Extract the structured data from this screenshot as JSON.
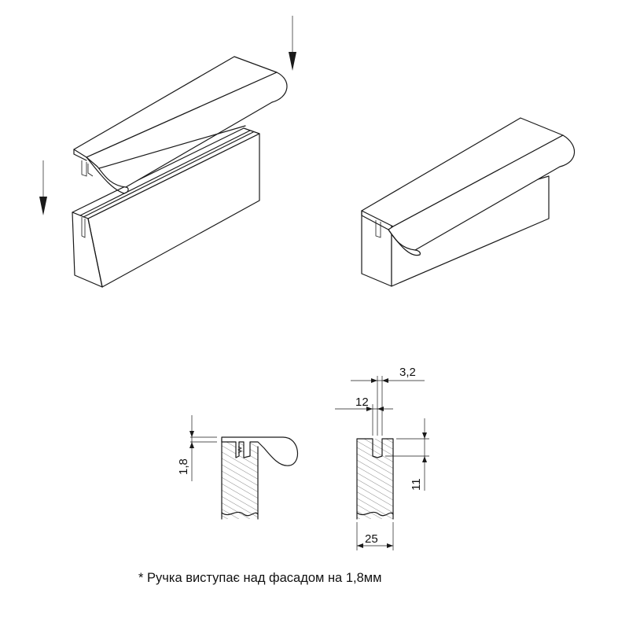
{
  "drawing": {
    "dimensions": {
      "slot_width": "3,2",
      "slot_offset": "12",
      "handle_overhang": "1,8",
      "slot_depth": "11",
      "panel_thickness": "25"
    },
    "footnote": "* Ручка виступає над фасадом на 1,8мм"
  }
}
